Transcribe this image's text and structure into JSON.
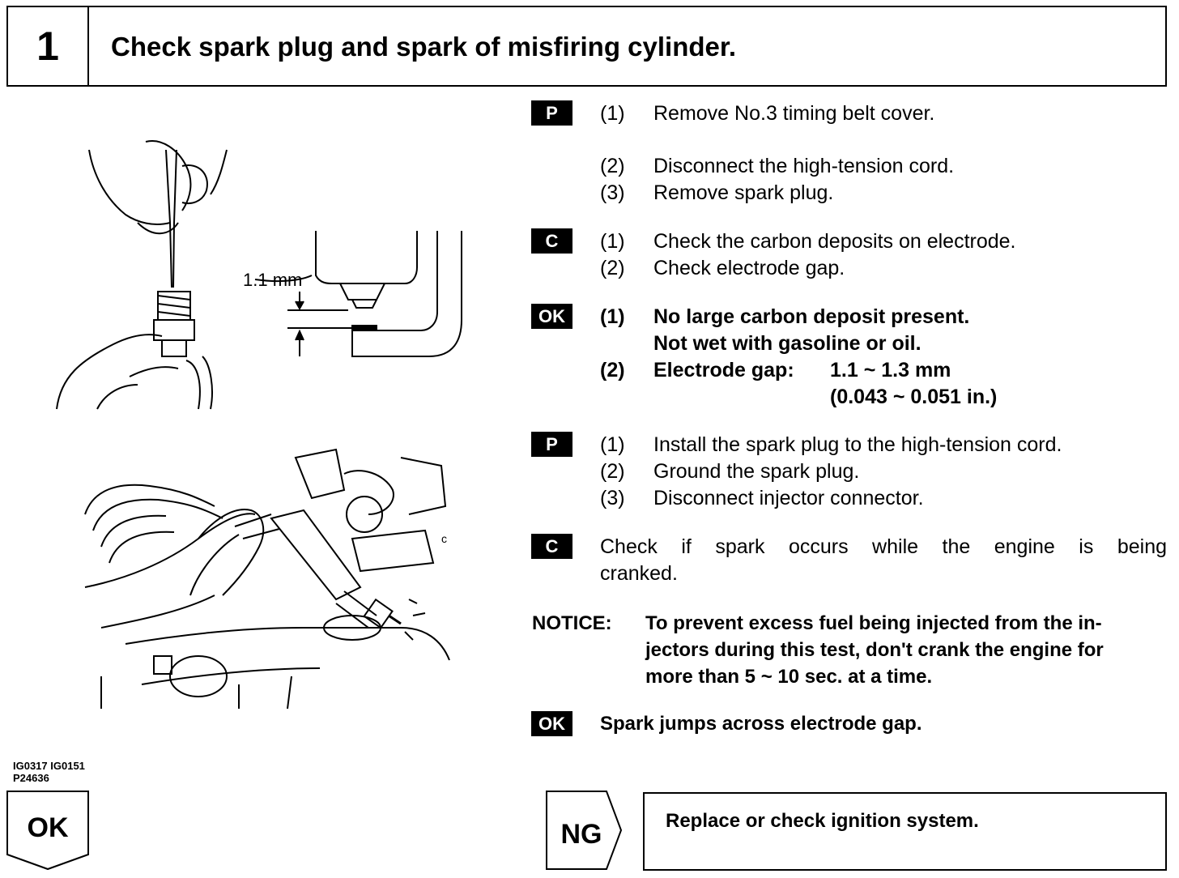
{
  "header": {
    "step_number": "1",
    "title": "Check spark plug and spark of misfiring cylinder."
  },
  "figure": {
    "gap_label": "1.1 mm",
    "corner_label": "c",
    "ref_line1": "IG0317 IG0151",
    "ref_line2": "P24636"
  },
  "section1": {
    "badge": "P",
    "n1": "(1)",
    "t1": "Remove No.3 timing belt cover.",
    "n2": "(2)",
    "t2": "Disconnect the high-tension cord.",
    "n3": "(3)",
    "t3": "Remove spark plug."
  },
  "section2": {
    "badge": "C",
    "n1": "(1)",
    "t1": "Check the carbon deposits on electrode.",
    "n2": "(2)",
    "t2": "Check electrode gap."
  },
  "section3": {
    "badge": "OK",
    "n1": "(1)",
    "t1a": "No large carbon deposit present.",
    "t1b": "Not wet with gasoline or oil.",
    "n2": "(2)",
    "t2_label": "Electrode gap:",
    "t2_value": "1.1 ~ 1.3 mm",
    "t2_value2": "(0.043 ~ 0.051 in.)"
  },
  "section4": {
    "badge": "P",
    "n1": "(1)",
    "t1": "Install the spark plug to the high-tension cord.",
    "n2": "(2)",
    "t2": "Ground the spark plug.",
    "n3": "(3)",
    "t3": "Disconnect injector connector."
  },
  "section5": {
    "badge": "C",
    "line1": "Check if spark occurs while the engine is being",
    "line2": "cranked."
  },
  "notice": {
    "label": "NOTICE:",
    "line1": "To prevent excess fuel being injected from the in-",
    "line2": "jectors during this test, don't crank the engine for",
    "line3": "more than 5 ~ 10 sec. at a time."
  },
  "section6": {
    "badge": "OK",
    "text": "Spark jumps across electrode gap."
  },
  "footer": {
    "ok_label": "OK",
    "ng_label": "NG",
    "ng_action": "Replace or check ignition system."
  }
}
